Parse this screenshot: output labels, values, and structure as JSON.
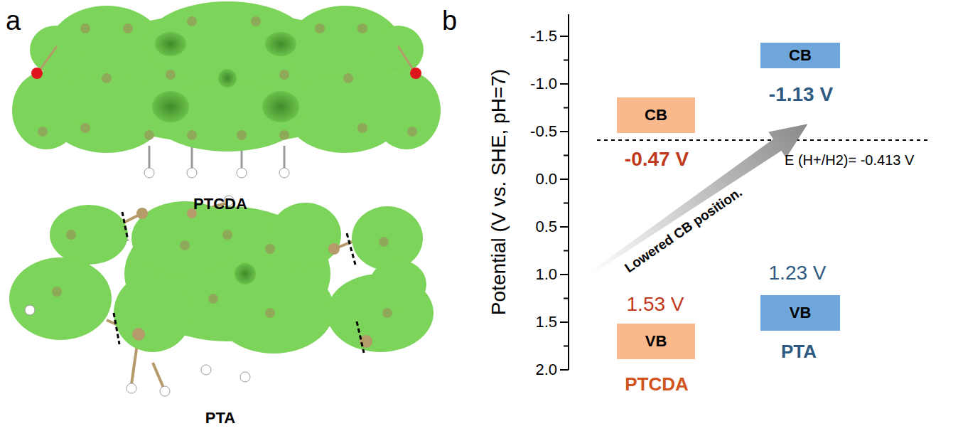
{
  "diagram": {
    "nodes": [
      {
        "text": [
          "CB"
        ]
      },
      {
        "text": [
          "CB"
        ]
      },
      {
        "text": [
          "VB"
        ]
      },
      {
        "text": [
          "VB"
        ]
      }
    ],
    "labels": [
      "a",
      "PTCDA",
      "PTA",
      "b",
      "-1.5",
      "-1.0",
      "-0.5",
      "0.0",
      "0.5",
      "1.0",
      "1.5",
      "2.0",
      "Potential (V vs. SHE, pH=7)",
      "-1.13 V",
      "-0.47 V",
      "E (H+/H2)= -0.413 V",
      "Lowered CB position.",
      "1.23 V",
      "1.53 V",
      "PTA",
      "PTCDA"
    ]
  }
}
